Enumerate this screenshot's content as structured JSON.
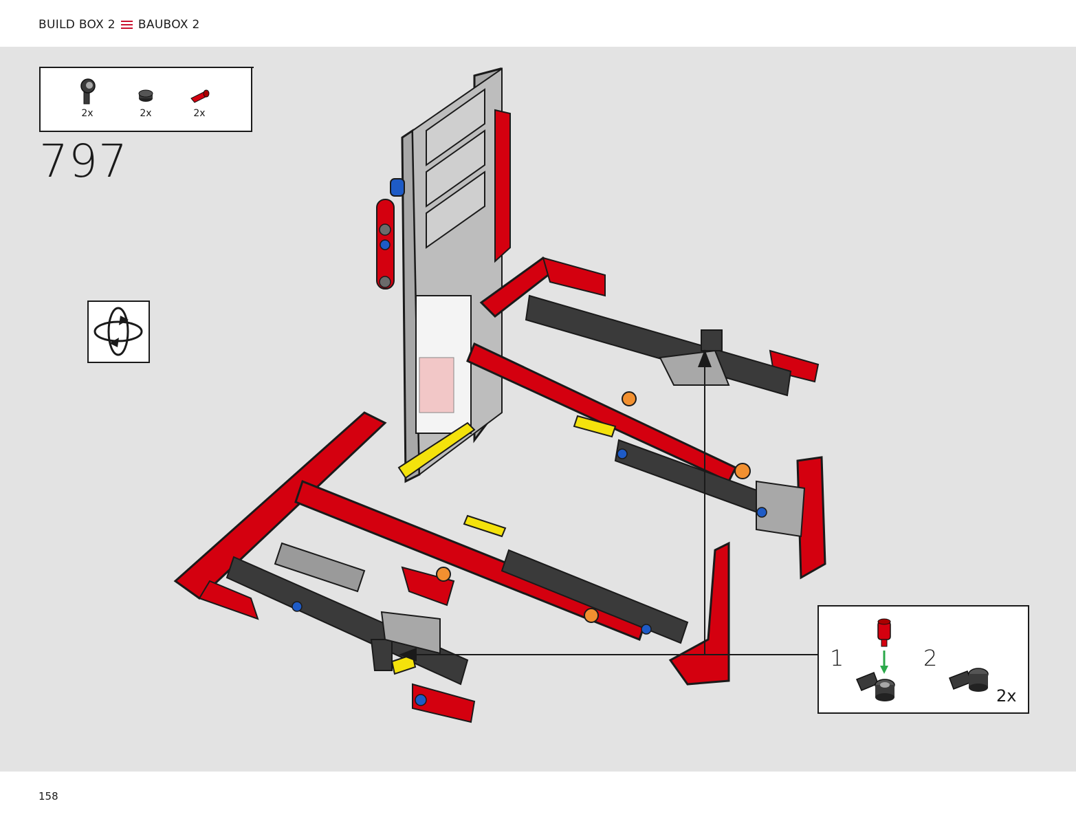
{
  "header": {
    "left_label": "BUILD BOX 2",
    "menu_icon": "hamburger-icon",
    "right_label": "BAUBOX 2",
    "accent_color": "#c8102e"
  },
  "parts_list": [
    {
      "icon": "black-angle-connector-icon",
      "quantity": "2x"
    },
    {
      "icon": "black-round-bush-icon",
      "quantity": "2x"
    },
    {
      "icon": "red-friction-pin-icon",
      "quantity": "2x"
    }
  ],
  "step": {
    "number": "797"
  },
  "rotate_icon": "rotate-model-icon",
  "callout": {
    "substeps": [
      {
        "number": "1"
      },
      {
        "number": "2",
        "multiplier": "2x"
      }
    ]
  },
  "footer": {
    "page_number": "158"
  },
  "colors": {
    "red": "#d4000f",
    "dark_gray": "#3a3a3a",
    "light_gray": "#a8a8a8",
    "yellow": "#f4e20c",
    "blue": "#1e5bc6",
    "orange": "#f29030",
    "arrow_green": "#2ba84a",
    "background": "#e3e3e3"
  }
}
